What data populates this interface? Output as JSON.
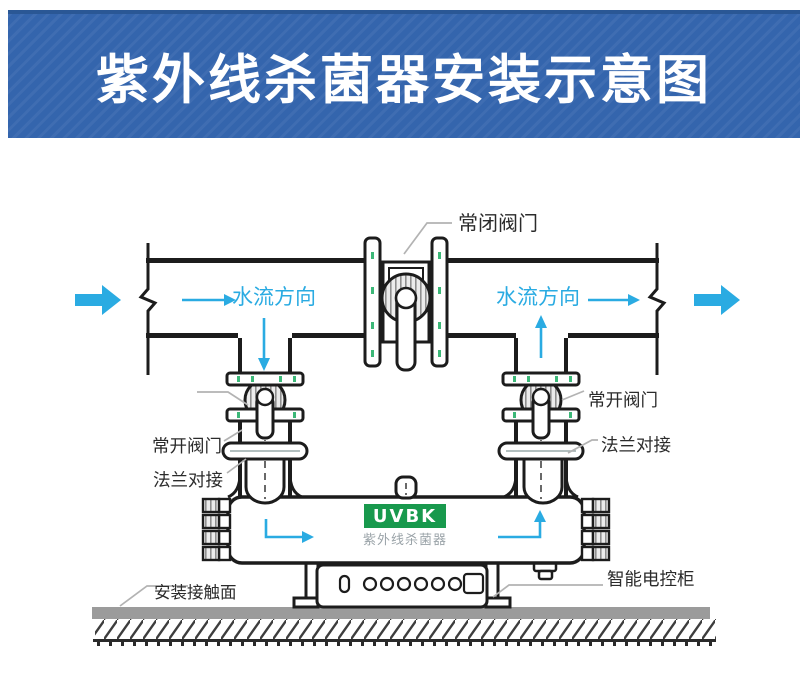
{
  "header": {
    "title": "紫外线杀菌器安装示意图",
    "bg_color": "#3465ad"
  },
  "labels": {
    "top_valve": "常闭阀门",
    "flow_left": "水流方向",
    "flow_right": "水流方向",
    "left_valve": "常开阀门",
    "left_flange": "法兰对接",
    "right_valve": "常开阀门",
    "right_flange": "法兰对接",
    "mounting_surface": "安装接触面",
    "control_cabinet": "智能电控柜"
  },
  "device": {
    "brand": "UVBK",
    "name": "紫外线杀菌器",
    "badge_color": "#18994d"
  },
  "icons": {
    "flow_arrows": "cyan directional flow arrows (inlet right, down, along vessel, up, outlet right)",
    "pipe_break": "pipe break squiggle at both pipe ends"
  },
  "colors": {
    "banner_blue": "#3465ad",
    "flow_cyan": "#2aabe2",
    "line_black": "#1c1c1c",
    "leader_gray": "#b3b3b3",
    "ground_gray": "#9b9b9b",
    "tick_green": "#3cb878"
  }
}
